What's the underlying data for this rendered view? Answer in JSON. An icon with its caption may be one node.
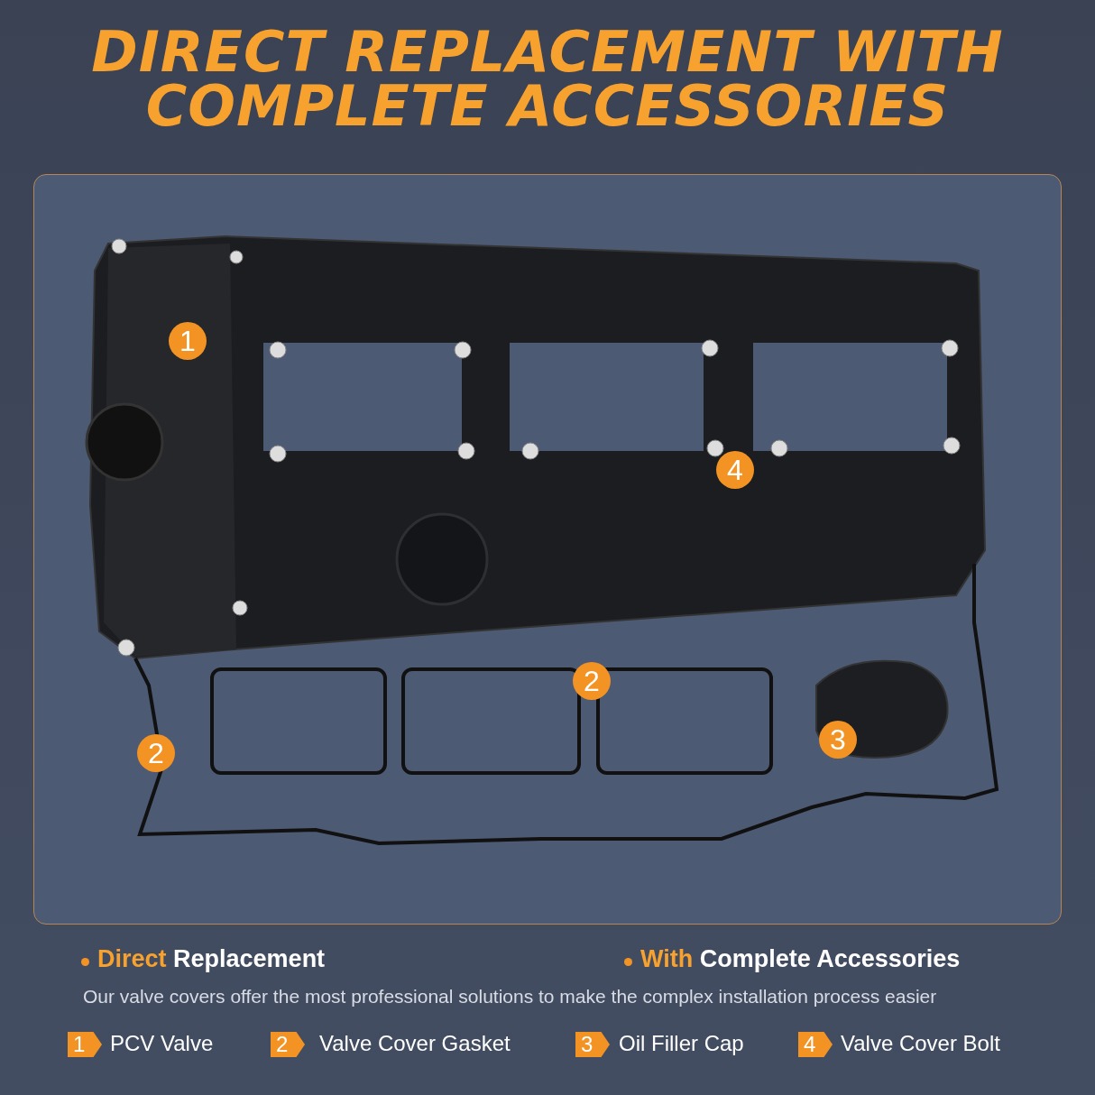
{
  "diagram": {
    "title": "DIRECT REPLACEMENT WITH COMPLETE ACCESSORIES",
    "labels": [
      "1",
      "4",
      "2",
      "2",
      "3",
      "Direct Replacement",
      "With Complete Accessories",
      "Our valve covers offer the most professional solutions to make the complex installation process easier",
      "1",
      "2",
      "3",
      "4"
    ],
    "legend": [
      {
        "text": "PCV Valve",
        "color": "#f39323"
      },
      {
        "text": "Valve Cover Gasket",
        "color": "#f39323"
      },
      {
        "text": "Oil Filler Cap",
        "color": "#f39323"
      },
      {
        "text": "Valve Cover Bolt",
        "color": "#f39323"
      }
    ]
  }
}
